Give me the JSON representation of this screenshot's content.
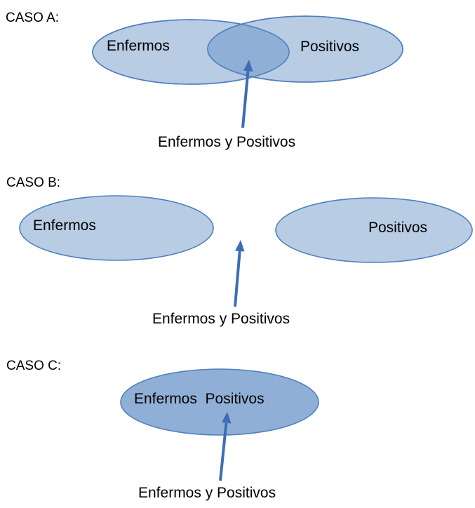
{
  "colors": {
    "light_fill": "#B8CCE4",
    "dark_fill": "#8FAFD7",
    "outline": "#4F81BD",
    "arrow": "#3E6DB5",
    "text": "#000000"
  },
  "cases": [
    {
      "id": "A",
      "heading": "CASO A:",
      "left_label": "Enfermos",
      "right_label": "Positivos",
      "caption": "Enfermos y Positivos"
    },
    {
      "id": "B",
      "heading": "CASO B:",
      "left_label": "Enfermos",
      "right_label": "Positivos",
      "caption": "Enfermos y Positivos"
    },
    {
      "id": "C",
      "heading": "CASO C:",
      "ellipse_label": "Enfermos  Positivos",
      "caption": "Enfermos y Positivos"
    }
  ]
}
